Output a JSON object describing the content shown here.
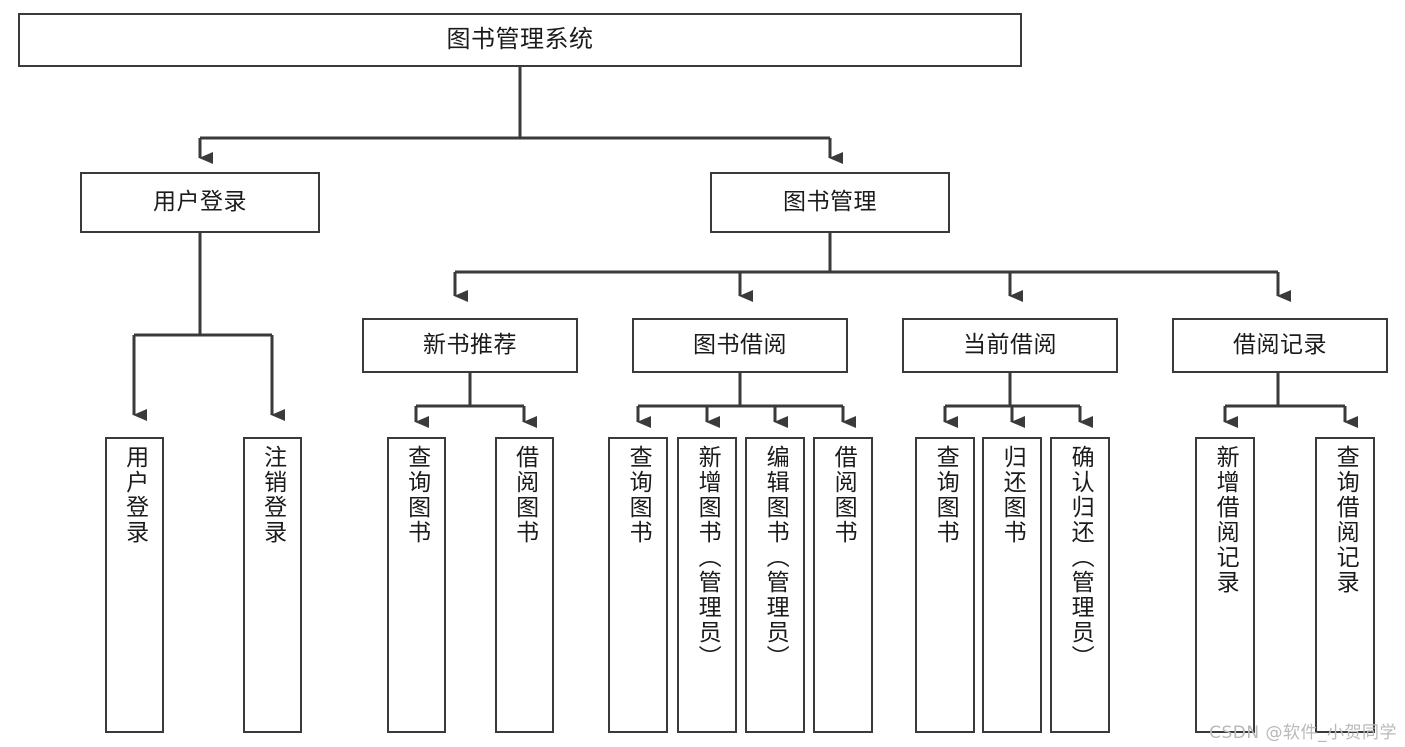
{
  "diagram": {
    "title_node": {
      "label": "图书管理系统"
    },
    "level2": [
      {
        "id": "user-login",
        "label": "用户登录"
      },
      {
        "id": "book-management",
        "label": "图书管理"
      }
    ],
    "level3": [
      {
        "id": "new-book-recommend",
        "label": "新书推荐"
      },
      {
        "id": "book-borrow",
        "label": "图书借阅"
      },
      {
        "id": "current-borrow",
        "label": "当前借阅"
      },
      {
        "id": "borrow-record",
        "label": "借阅记录"
      }
    ],
    "leaves": {
      "user_login": [
        {
          "id": "leaf-user-login",
          "label": "用户登录"
        },
        {
          "id": "leaf-logout-login",
          "label": "注销登录"
        }
      ],
      "new_book_recommend": [
        {
          "id": "leaf-query-book-1",
          "label": "查询图书"
        },
        {
          "id": "leaf-borrow-book-1",
          "label": "借阅图书"
        }
      ],
      "book_borrow": [
        {
          "id": "leaf-query-book-2",
          "label": "查询图书"
        },
        {
          "id": "leaf-add-book-admin",
          "label": "新增图书（管理员）"
        },
        {
          "id": "leaf-edit-book-admin",
          "label": "编辑图书（管理员）"
        },
        {
          "id": "leaf-borrow-book-2",
          "label": "借阅图书"
        }
      ],
      "current_borrow": [
        {
          "id": "leaf-query-book-3",
          "label": "查询图书"
        },
        {
          "id": "leaf-return-book",
          "label": "归还图书"
        },
        {
          "id": "leaf-confirm-return-admin",
          "label": "确认归还（管理员）"
        }
      ],
      "borrow_record": [
        {
          "id": "leaf-add-borrow-record",
          "label": "新增借阅记录"
        },
        {
          "id": "leaf-query-borrow-record",
          "label": "查询借阅记录"
        }
      ]
    },
    "watermark": {
      "text": "CSDN @软件_小贺同学"
    },
    "colors": {
      "stroke": "#3a3a3a",
      "background": "#ffffff",
      "text": "#1b1b1b",
      "watermark": "#b9b9b9"
    }
  }
}
